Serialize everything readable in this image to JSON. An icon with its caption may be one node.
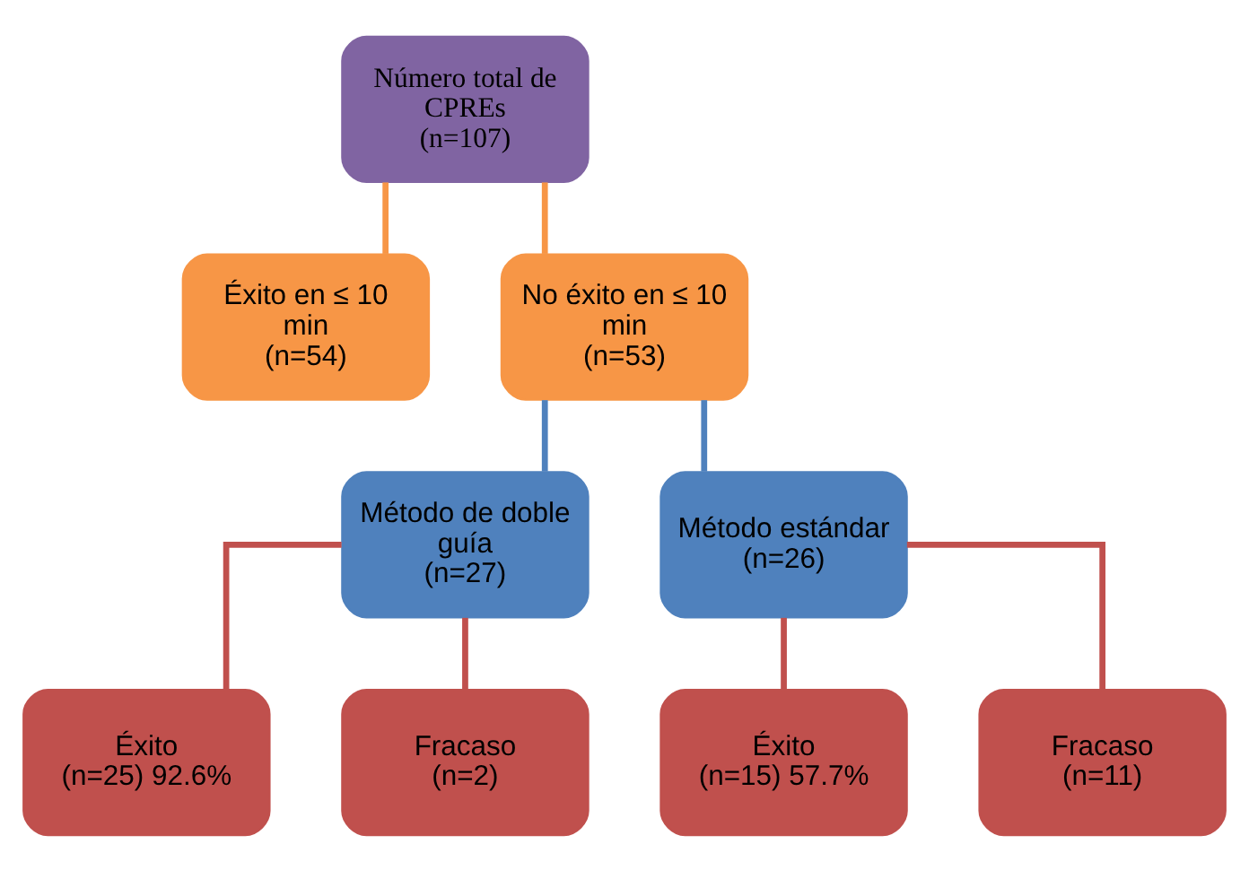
{
  "diagram": {
    "nodes": [
      {
        "text": [
          "Número total de CPREs",
          "(n=107)"
        ]
      },
      {
        "text": [
          "Éxito en ≤ 10 min",
          "(n=54)"
        ]
      },
      {
        "text": [
          "No éxito en ≤ 10 min",
          "(n=53)"
        ]
      },
      {
        "text": [
          "Método de doble guía",
          "(n=27)"
        ]
      },
      {
        "text": [
          "Método estándar",
          "(n=26)"
        ]
      },
      {
        "text": [
          "Éxito",
          "(n=25) 92.6%"
        ]
      },
      {
        "text": [
          "Fracaso",
          "(n=2)"
        ]
      },
      {
        "text": [
          "Éxito",
          "(n=15) 57.7%"
        ]
      },
      {
        "text": [
          "Fracaso",
          "(n=11)"
        ]
      }
    ],
    "edges": [
      {
        "from": 0,
        "to": 1,
        "arrow": "none",
        "color": "#f79646"
      },
      {
        "from": 0,
        "to": 2,
        "arrow": "none",
        "color": "#f79646"
      },
      {
        "from": 2,
        "to": 3,
        "arrow": "none",
        "color": "#4f81bd"
      },
      {
        "from": 2,
        "to": 4,
        "arrow": "none",
        "color": "#4f81bd"
      },
      {
        "from": 3,
        "to": 5,
        "arrow": "none"
      },
      {
        "from": 3,
        "to": 6,
        "arrow": "none"
      },
      {
        "from": 4,
        "to": 7,
        "arrow": "none"
      },
      {
        "from": 4,
        "to": 8,
        "arrow": "none"
      }
    ]
  }
}
